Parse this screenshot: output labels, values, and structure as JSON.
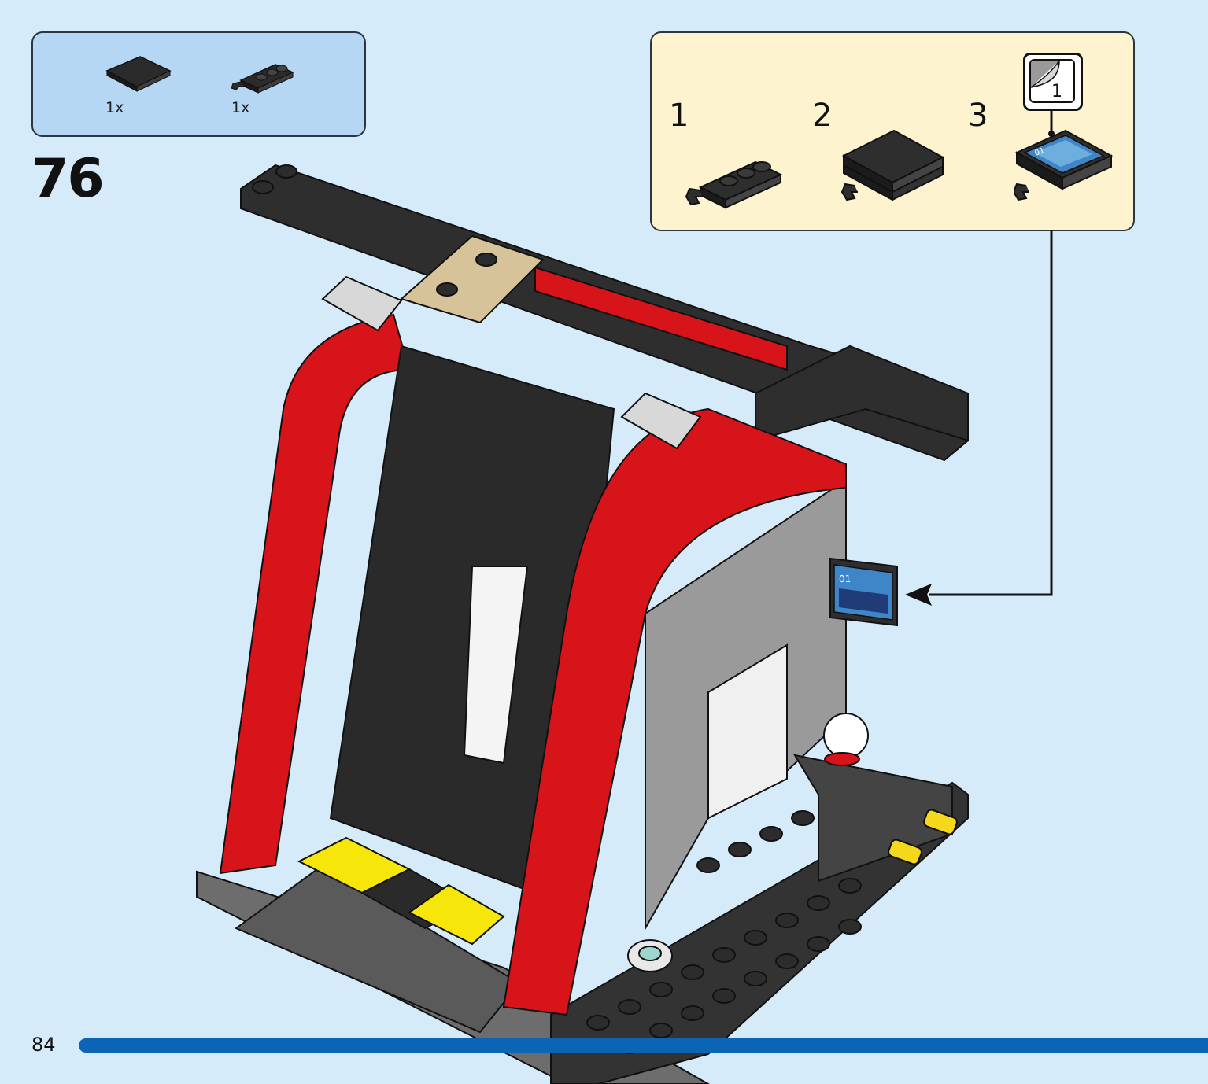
{
  "step": {
    "number": "76"
  },
  "parts_list": {
    "items": [
      {
        "icon": "black-tile-2x2-icon",
        "qty": "1x"
      },
      {
        "icon": "black-plate-clip-icon",
        "qty": "1x"
      }
    ]
  },
  "subassembly": {
    "steps": [
      {
        "number": "1",
        "icon": "plate-with-clip-icon"
      },
      {
        "number": "2",
        "icon": "tile-on-plate-icon"
      },
      {
        "number": "3",
        "icon": "sticker-applied-icon"
      }
    ],
    "sticker": {
      "number": "1",
      "icon": "sticker-sheet-icon"
    },
    "sticker_label": "01"
  },
  "model": {
    "icon": "fire-station-model-icon",
    "door_number": "1"
  },
  "page": {
    "number": "84"
  },
  "colors": {
    "background": "#d6ebfa",
    "parts_box": "#b5d7f4",
    "sub_box": "#fdf4cf",
    "progress": "#0c64b5",
    "brick_red": "#d7141a",
    "brick_black": "#2a2a2a",
    "brick_gray": "#9a9a9a"
  }
}
